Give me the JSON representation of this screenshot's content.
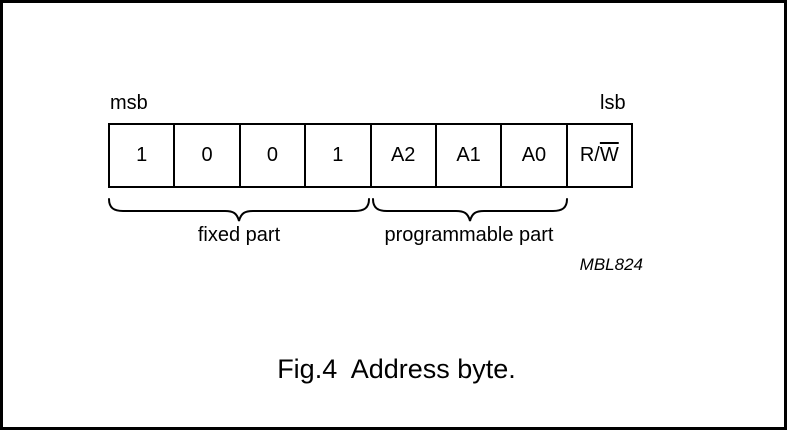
{
  "figure": {
    "msb_label": "msb",
    "lsb_label": "lsb",
    "byte": {
      "cells": [
        {
          "text": "1"
        },
        {
          "text": "0"
        },
        {
          "text": "0"
        },
        {
          "text": "1"
        },
        {
          "text": "A2"
        },
        {
          "text": "A1"
        },
        {
          "text": "A0"
        },
        {
          "text_prefix": "R/",
          "text_overline": "W"
        }
      ]
    },
    "groups": [
      {
        "label": "fixed part"
      },
      {
        "label": "programmable part"
      }
    ],
    "code_label": "MBL824",
    "caption": "Fig.4  Address byte.",
    "colors": {
      "ink": "#000000",
      "background": "#ffffff"
    }
  }
}
